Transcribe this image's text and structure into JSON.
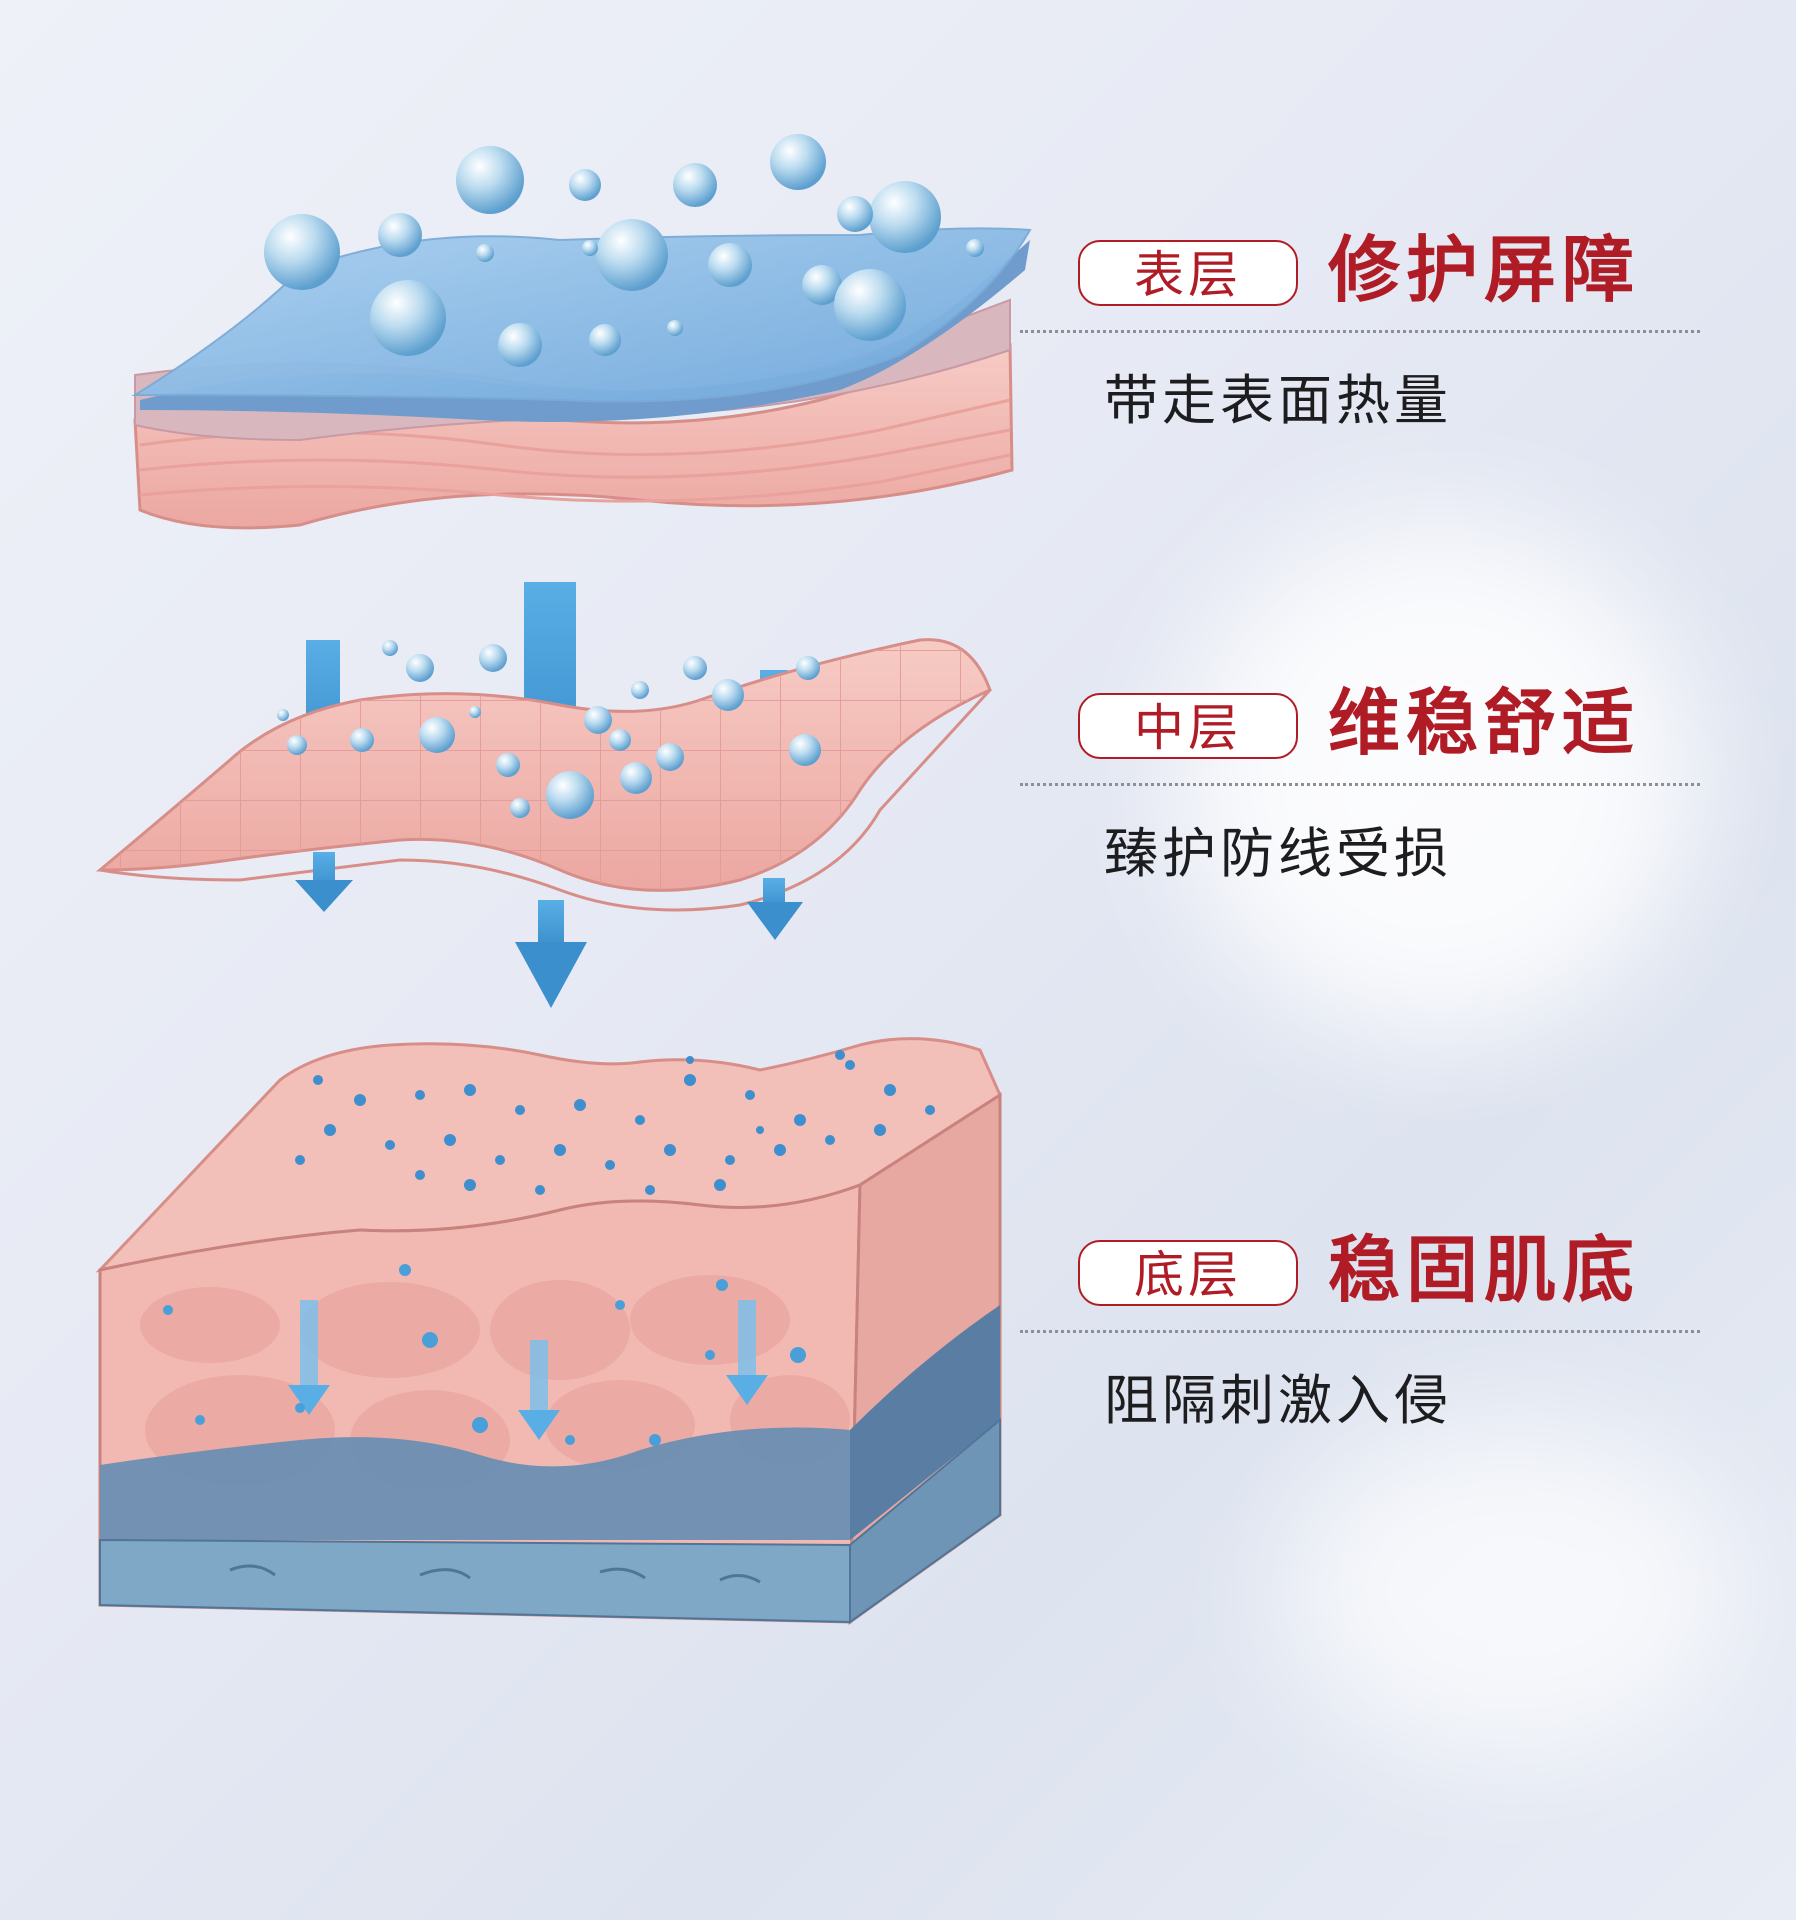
{
  "layers": [
    {
      "tag": "表层",
      "headline": "修护屏障",
      "description": "带走表面热量"
    },
    {
      "tag": "中层",
      "headline": "维稳舒适",
      "description": "臻护防线受损"
    },
    {
      "tag": "底层",
      "headline": "稳固肌底",
      "description": "阻隔刺激入侵"
    }
  ],
  "colors": {
    "accent_red": "#b01c26",
    "skin_pink": "#f3b9b4",
    "water_blue": "#7db6e3",
    "arrow_blue": "#4a9fd8",
    "deep_blue": "#5d84a8"
  }
}
